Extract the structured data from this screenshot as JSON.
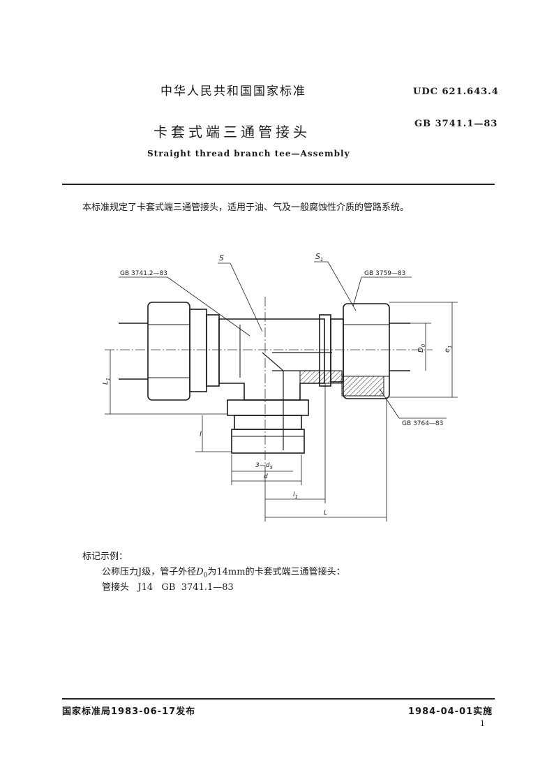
{
  "header": {
    "national_title": "中华人民共和国国家标准",
    "udc": "UDC  621.643.4",
    "title": "卡套式端三通管接头",
    "standard_number": "GB  3741.1—83",
    "english_title": "Straight thread branch tee—Assembly"
  },
  "intro": "本标准规定了卡套式端三通管接头，适用于油、气及一般腐蚀性介质的管路系统。",
  "drawing": {
    "labels": {
      "s": "S",
      "s1": "S",
      "s1_sub": "1",
      "gb_left": "GB 3741.2—83",
      "gb_right": "GB 3759—83",
      "gb_bottom": "GB 3764—83",
      "d0": "D",
      "d0_sub": "0",
      "e1": "e",
      "e1_sub": "1",
      "L1": "L",
      "L1_sub": "1",
      "l": "l",
      "d5": "3—d",
      "d5_sub": "5",
      "d": "d",
      "l1": "l",
      "l1_sub": "1",
      "L": "L"
    }
  },
  "example": {
    "heading": "标记示例：",
    "line1_prefix": "公称压力J级，管子外径",
    "line1_var": "D",
    "line1_var_sub": "0",
    "line1_suffix": "为14mm的卡套式端三通管接头：",
    "line2": "管接头   J14   GB  3741.1—83"
  },
  "footer": {
    "issued": "国家标准局1983-06-17发布",
    "effective": "1984-04-01实施",
    "page": "1"
  }
}
